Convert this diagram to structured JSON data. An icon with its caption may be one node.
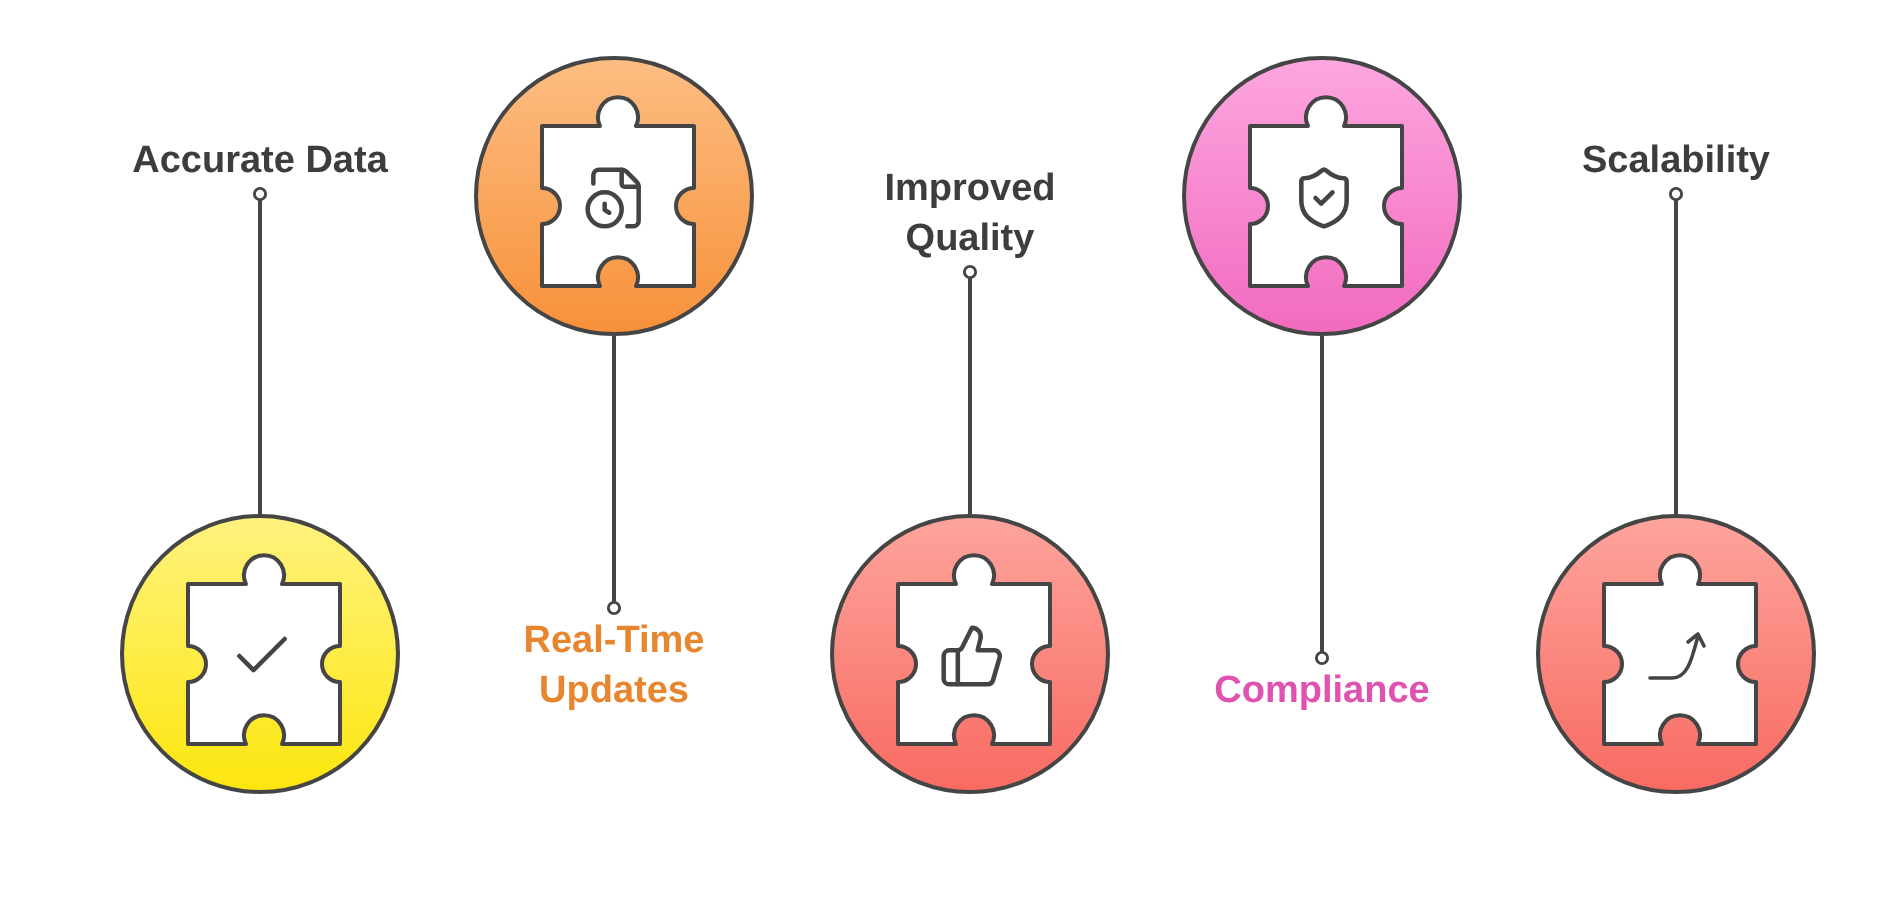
{
  "diagram": {
    "nodes": [
      {
        "text": [
          "Accurate Data"
        ]
      },
      {
        "text": [],
        "shape": "circle"
      },
      {
        "text": [],
        "shape": "circle"
      },
      {
        "text": [
          "Real-Time Updates"
        ]
      },
      {
        "text": [
          "Improved Quality"
        ]
      },
      {
        "text": [],
        "shape": "circle"
      },
      {
        "text": [],
        "shape": "circle"
      },
      {
        "text": [
          "Compliance"
        ]
      },
      {
        "text": [
          "Scalability"
        ]
      },
      {
        "text": [],
        "shape": "circle"
      }
    ],
    "edges": [
      {
        "from": 0,
        "to": 1,
        "arrow": "other"
      },
      {
        "from": 3,
        "to": 2,
        "arrow": "other"
      },
      {
        "from": 4,
        "to": 5,
        "arrow": "other"
      },
      {
        "from": 7,
        "to": 6,
        "arrow": "other"
      },
      {
        "from": 8,
        "to": 9,
        "arrow": "other"
      }
    ]
  }
}
